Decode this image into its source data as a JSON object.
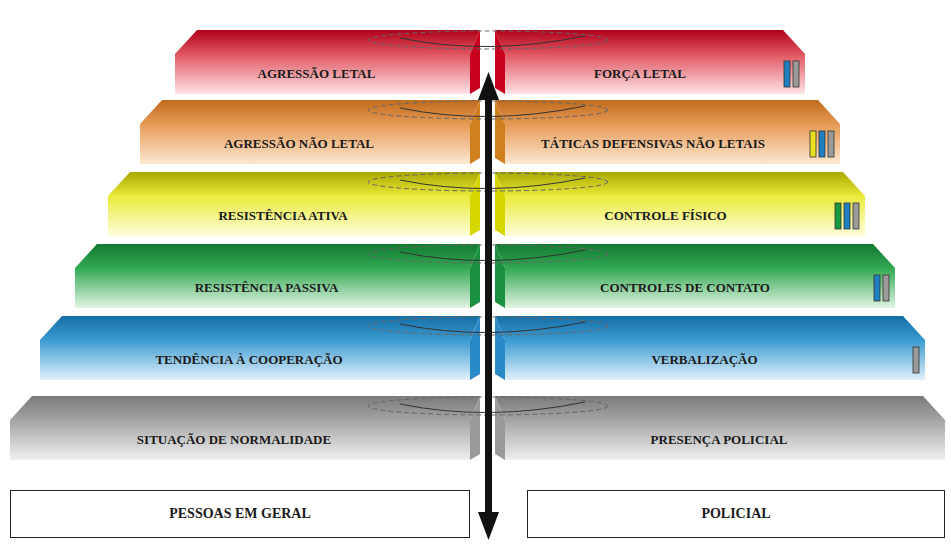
{
  "diagram": {
    "nodes": [
      {
        "text": [
          "AGRESSÃO LETAL"
        ]
      },
      {
        "text": [
          "FORÇA LETAL"
        ]
      },
      {
        "text": [
          "AGRESSÃO NÃO LETAL"
        ]
      },
      {
        "text": [
          "TÁTICAS DEFENSIVAS NÃO LETAIS"
        ]
      },
      {
        "text": [
          "RESISTÊNCIA ATIVA"
        ]
      },
      {
        "text": [
          "CONTROLE FÍSICO"
        ]
      },
      {
        "text": [
          "RESISTÊNCIA PASSIVA"
        ]
      },
      {
        "text": [
          "CONTROLES DE CONTATO"
        ]
      },
      {
        "text": [
          "TENDÊNCIA À COOPERAÇÃO"
        ]
      },
      {
        "text": [
          "VERBALIZAÇÃO"
        ]
      },
      {
        "text": [
          "SITUAÇÃO DE NORMALIDADE"
        ]
      },
      {
        "text": [
          "PRESENÇA POLICIAL"
        ]
      },
      {
        "text": [
          "PESSOAS EM GERAL"
        ]
      },
      {
        "text": [
          "POLICIAL"
        ]
      }
    ]
  }
}
